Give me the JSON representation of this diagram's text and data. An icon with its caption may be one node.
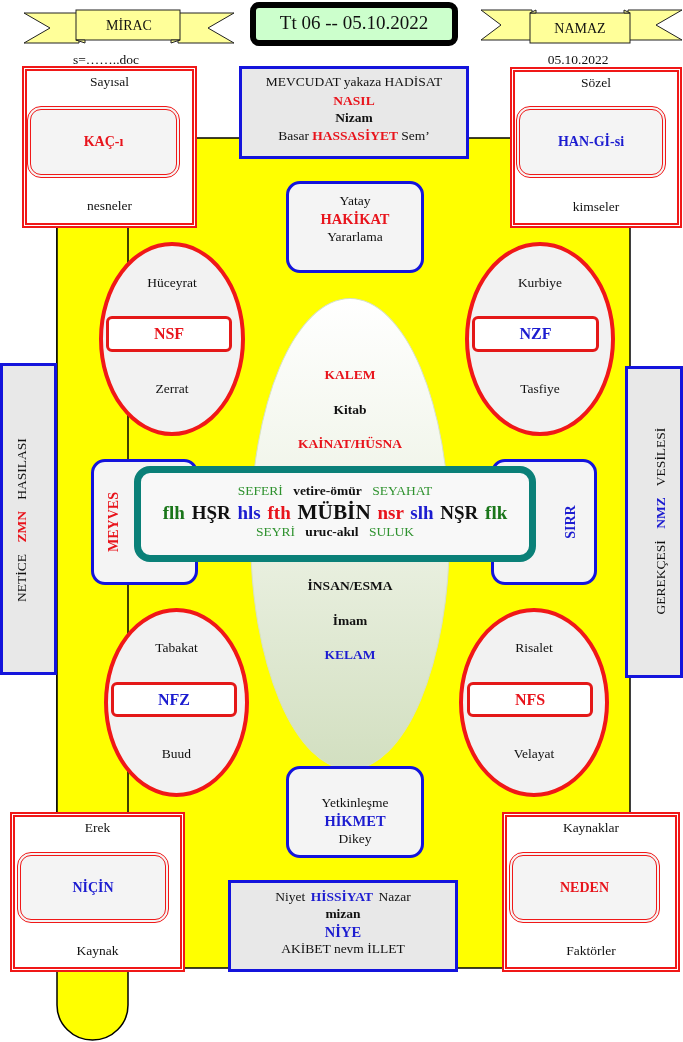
{
  "diagram": {
    "nodes": [
      {
        "text": [
          "MİRAC"
        ]
      },
      {
        "text": [
          "Tt 06 -- 05.10.2022"
        ]
      },
      {
        "text": [
          "NAMAZ"
        ]
      },
      {
        "text": [
          "Sayısal",
          "nesneler"
        ]
      },
      {
        "text": [
          "KAÇ-ı"
        ],
        "in": 3
      },
      {
        "text": [
          "MEVCUDAT yakaza HADİSAT",
          "NASIL",
          "Nizam",
          "Basar **HASSASİYET** Sem’"
        ]
      },
      {
        "text": [
          "Sözel",
          "kimseler"
        ]
      },
      {
        "text": [
          "HAN-Gİ-si"
        ],
        "in": 6
      },
      {
        "text": [
          "Yatay",
          "HAKİKAT",
          "Yararlama"
        ]
      },
      {
        "text": [
          "Hüceyrat",
          "Zerrat"
        ]
      },
      {
        "text": [
          "NSF"
        ],
        "in": 9
      },
      {
        "text": [
          "Kurbiye",
          "Tasfiye"
        ]
      },
      {
        "text": [
          "NZF"
        ],
        "in": 11
      },
      {
        "text": [
          "KALEM",
          "Kitab",
          "KAİNAT/HÜSNA",
          "İNSAN/ESMA",
          "İmam",
          "KELAM"
        ]
      },
      {
        "text": [
          "NETİCE **ZMN** HASILASI"
        ]
      },
      {
        "text": [
          "GEREKÇESİ **NMZ** VESİLESİ"
        ]
      },
      {
        "text": [
          "MEYVES"
        ]
      },
      {
        "text": [
          "SEFERİ **vetire-ömür** SEYAHAT",
          "flh HŞR hls fth MÜBİN nsr slh NŞR flk",
          "SEYRİ **uruc-akıl** SULUK"
        ]
      },
      {
        "text": [
          "SIRR"
        ]
      },
      {
        "text": [
          "Tabakat",
          "Buud"
        ]
      },
      {
        "text": [
          "NFZ"
        ],
        "in": 19
      },
      {
        "text": [
          "Risalet",
          "Velayat"
        ]
      },
      {
        "text": [
          "NFS"
        ],
        "in": 21
      },
      {
        "text": [
          "Yetkinleşme",
          "HİKMET",
          "Dikey"
        ]
      },
      {
        "text": [
          "Erek",
          "Kaynak"
        ]
      },
      {
        "text": [
          "NİÇİN"
        ],
        "in": 24
      },
      {
        "text": [
          "Kaynaklar",
          "Faktörler"
        ]
      },
      {
        "text": [
          "NEDEN"
        ],
        "in": 26
      },
      {
        "text": [
          "Niyet **HİSSİYAT** Nazar",
          "mizan",
          "NİYE",
          "AKİBET nevm İLLET"
        ]
      }
    ],
    "labels": [
      "s=……..doc",
      "05.10.2022"
    ]
  }
}
